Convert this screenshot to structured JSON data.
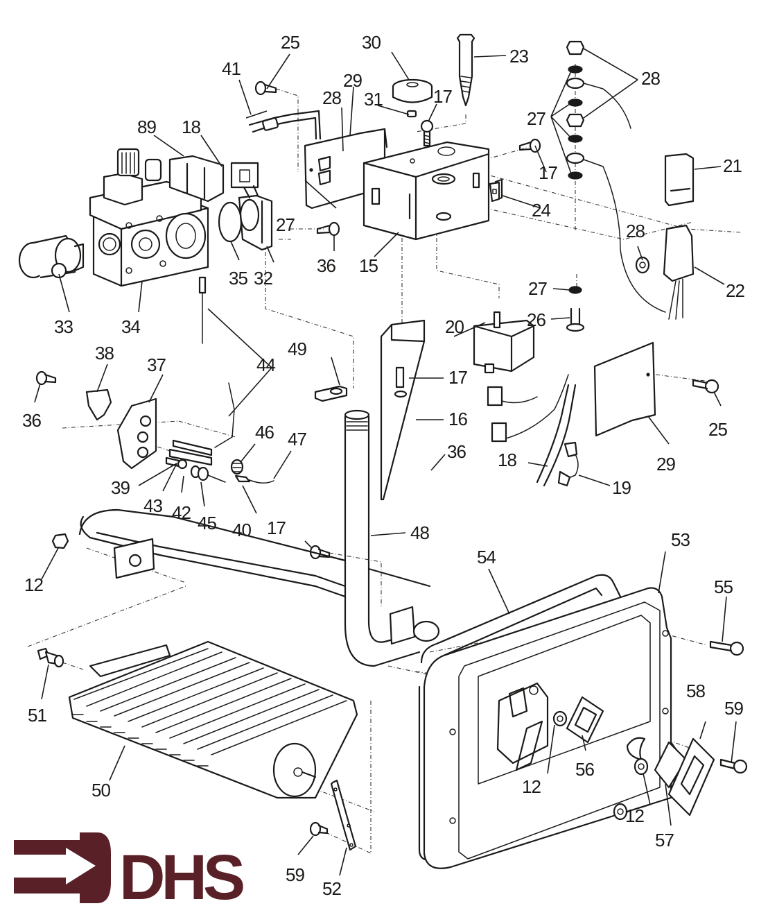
{
  "diagram": {
    "type": "exploded-parts-diagram",
    "subject": "gas valve, burner and control assembly",
    "line_color": "#1c1a18",
    "background_color": "#ffffff"
  },
  "logo": {
    "text": "DHS",
    "icon": "arrow-right-icon",
    "color": "#5a2028"
  },
  "callouts": [
    {
      "id": "c25a",
      "label": "25"
    },
    {
      "id": "c30",
      "label": "30"
    },
    {
      "id": "c23",
      "label": "23"
    },
    {
      "id": "c41",
      "label": "41"
    },
    {
      "id": "c29a",
      "label": "29"
    },
    {
      "id": "c28a",
      "label": "28"
    },
    {
      "id": "c31",
      "label": "31"
    },
    {
      "id": "c17a",
      "label": "17"
    },
    {
      "id": "c28b",
      "label": "28"
    },
    {
      "id": "c27a",
      "label": "27"
    },
    {
      "id": "c89",
      "label": "89"
    },
    {
      "id": "c18a",
      "label": "18"
    },
    {
      "id": "c17b",
      "label": "17"
    },
    {
      "id": "c21",
      "label": "21"
    },
    {
      "id": "c24",
      "label": "24"
    },
    {
      "id": "c27b",
      "label": "27"
    },
    {
      "id": "c28c",
      "label": "28"
    },
    {
      "id": "c36a",
      "label": "36"
    },
    {
      "id": "c35",
      "label": "35"
    },
    {
      "id": "c32",
      "label": "32"
    },
    {
      "id": "c15",
      "label": "15"
    },
    {
      "id": "c22",
      "label": "22"
    },
    {
      "id": "c27c",
      "label": "27"
    },
    {
      "id": "c26",
      "label": "26"
    },
    {
      "id": "c33",
      "label": "33"
    },
    {
      "id": "c34",
      "label": "34"
    },
    {
      "id": "c20",
      "label": "20"
    },
    {
      "id": "c38",
      "label": "38"
    },
    {
      "id": "c49",
      "label": "49"
    },
    {
      "id": "c44",
      "label": "44"
    },
    {
      "id": "c37",
      "label": "37"
    },
    {
      "id": "c17c",
      "label": "17"
    },
    {
      "id": "c36b",
      "label": "36"
    },
    {
      "id": "c16",
      "label": "16"
    },
    {
      "id": "c25b",
      "label": "25"
    },
    {
      "id": "c46",
      "label": "46"
    },
    {
      "id": "c47",
      "label": "47"
    },
    {
      "id": "c36c",
      "label": "36"
    },
    {
      "id": "c18b",
      "label": "18"
    },
    {
      "id": "c29b",
      "label": "29"
    },
    {
      "id": "c19",
      "label": "19"
    },
    {
      "id": "c39",
      "label": "39"
    },
    {
      "id": "c43",
      "label": "43"
    },
    {
      "id": "c42",
      "label": "42"
    },
    {
      "id": "c45",
      "label": "45"
    },
    {
      "id": "c40",
      "label": "40"
    },
    {
      "id": "c17d",
      "label": "17"
    },
    {
      "id": "c48",
      "label": "48"
    },
    {
      "id": "c53",
      "label": "53"
    },
    {
      "id": "c54",
      "label": "54"
    },
    {
      "id": "c12a",
      "label": "12"
    },
    {
      "id": "c55",
      "label": "55"
    },
    {
      "id": "c58",
      "label": "58"
    },
    {
      "id": "c59a",
      "label": "59"
    },
    {
      "id": "c51",
      "label": "51"
    },
    {
      "id": "c56",
      "label": "56"
    },
    {
      "id": "c12b",
      "label": "12"
    },
    {
      "id": "c50",
      "label": "50"
    },
    {
      "id": "c12c",
      "label": "12"
    },
    {
      "id": "c57",
      "label": "57"
    },
    {
      "id": "c59b",
      "label": "59"
    },
    {
      "id": "c52",
      "label": "52"
    }
  ]
}
